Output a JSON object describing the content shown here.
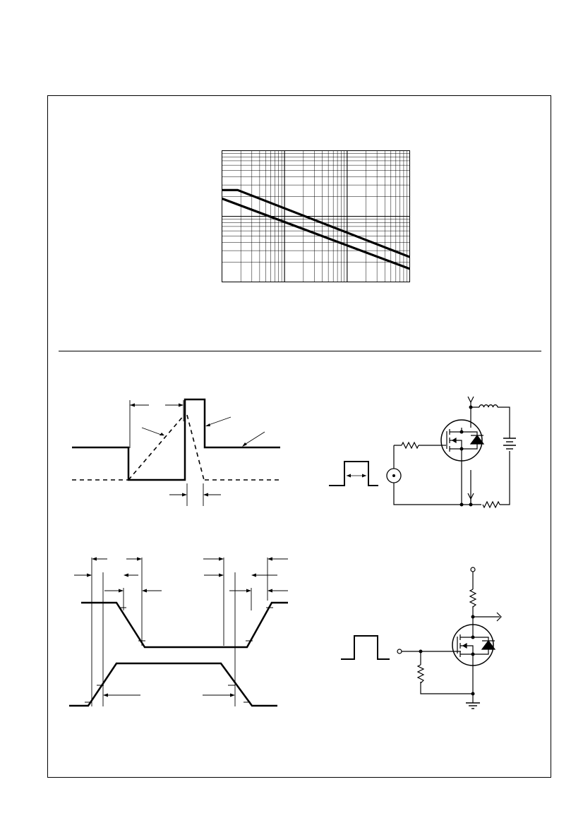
{
  "document": {
    "sections": [
      "performance-curve",
      "test-circuits-and-waveforms"
    ],
    "style": {
      "ink": "#000000",
      "paper": "#ffffff",
      "grid": "#000000"
    }
  },
  "chart_data": {
    "type": "line",
    "title": "",
    "xlabel": "",
    "ylabel": "",
    "xscale": "log",
    "yscale": "log",
    "x_decades": 3,
    "y_decades": 2,
    "grid": true,
    "series": [
      {
        "values": [
          [
            0.0,
            1.4
          ],
          [
            0.25,
            1.4
          ],
          [
            3.0,
            0.38
          ]
        ]
      },
      {
        "values": [
          [
            0.0,
            1.27
          ],
          [
            3.0,
            0.2
          ]
        ]
      }
    ]
  },
  "figures": {
    "unclamped_waveform": {
      "description_shown": false
    },
    "unclamped_test_circuit": {
      "components": [
        "inductor",
        "battery",
        "resistor",
        "resistor",
        "pulse-source",
        "mosfet"
      ]
    },
    "switching_waveform": {
      "description_shown": false
    },
    "switching_test_circuit": {
      "components": [
        "resistor",
        "resistor",
        "mosfet",
        "ground"
      ]
    }
  }
}
